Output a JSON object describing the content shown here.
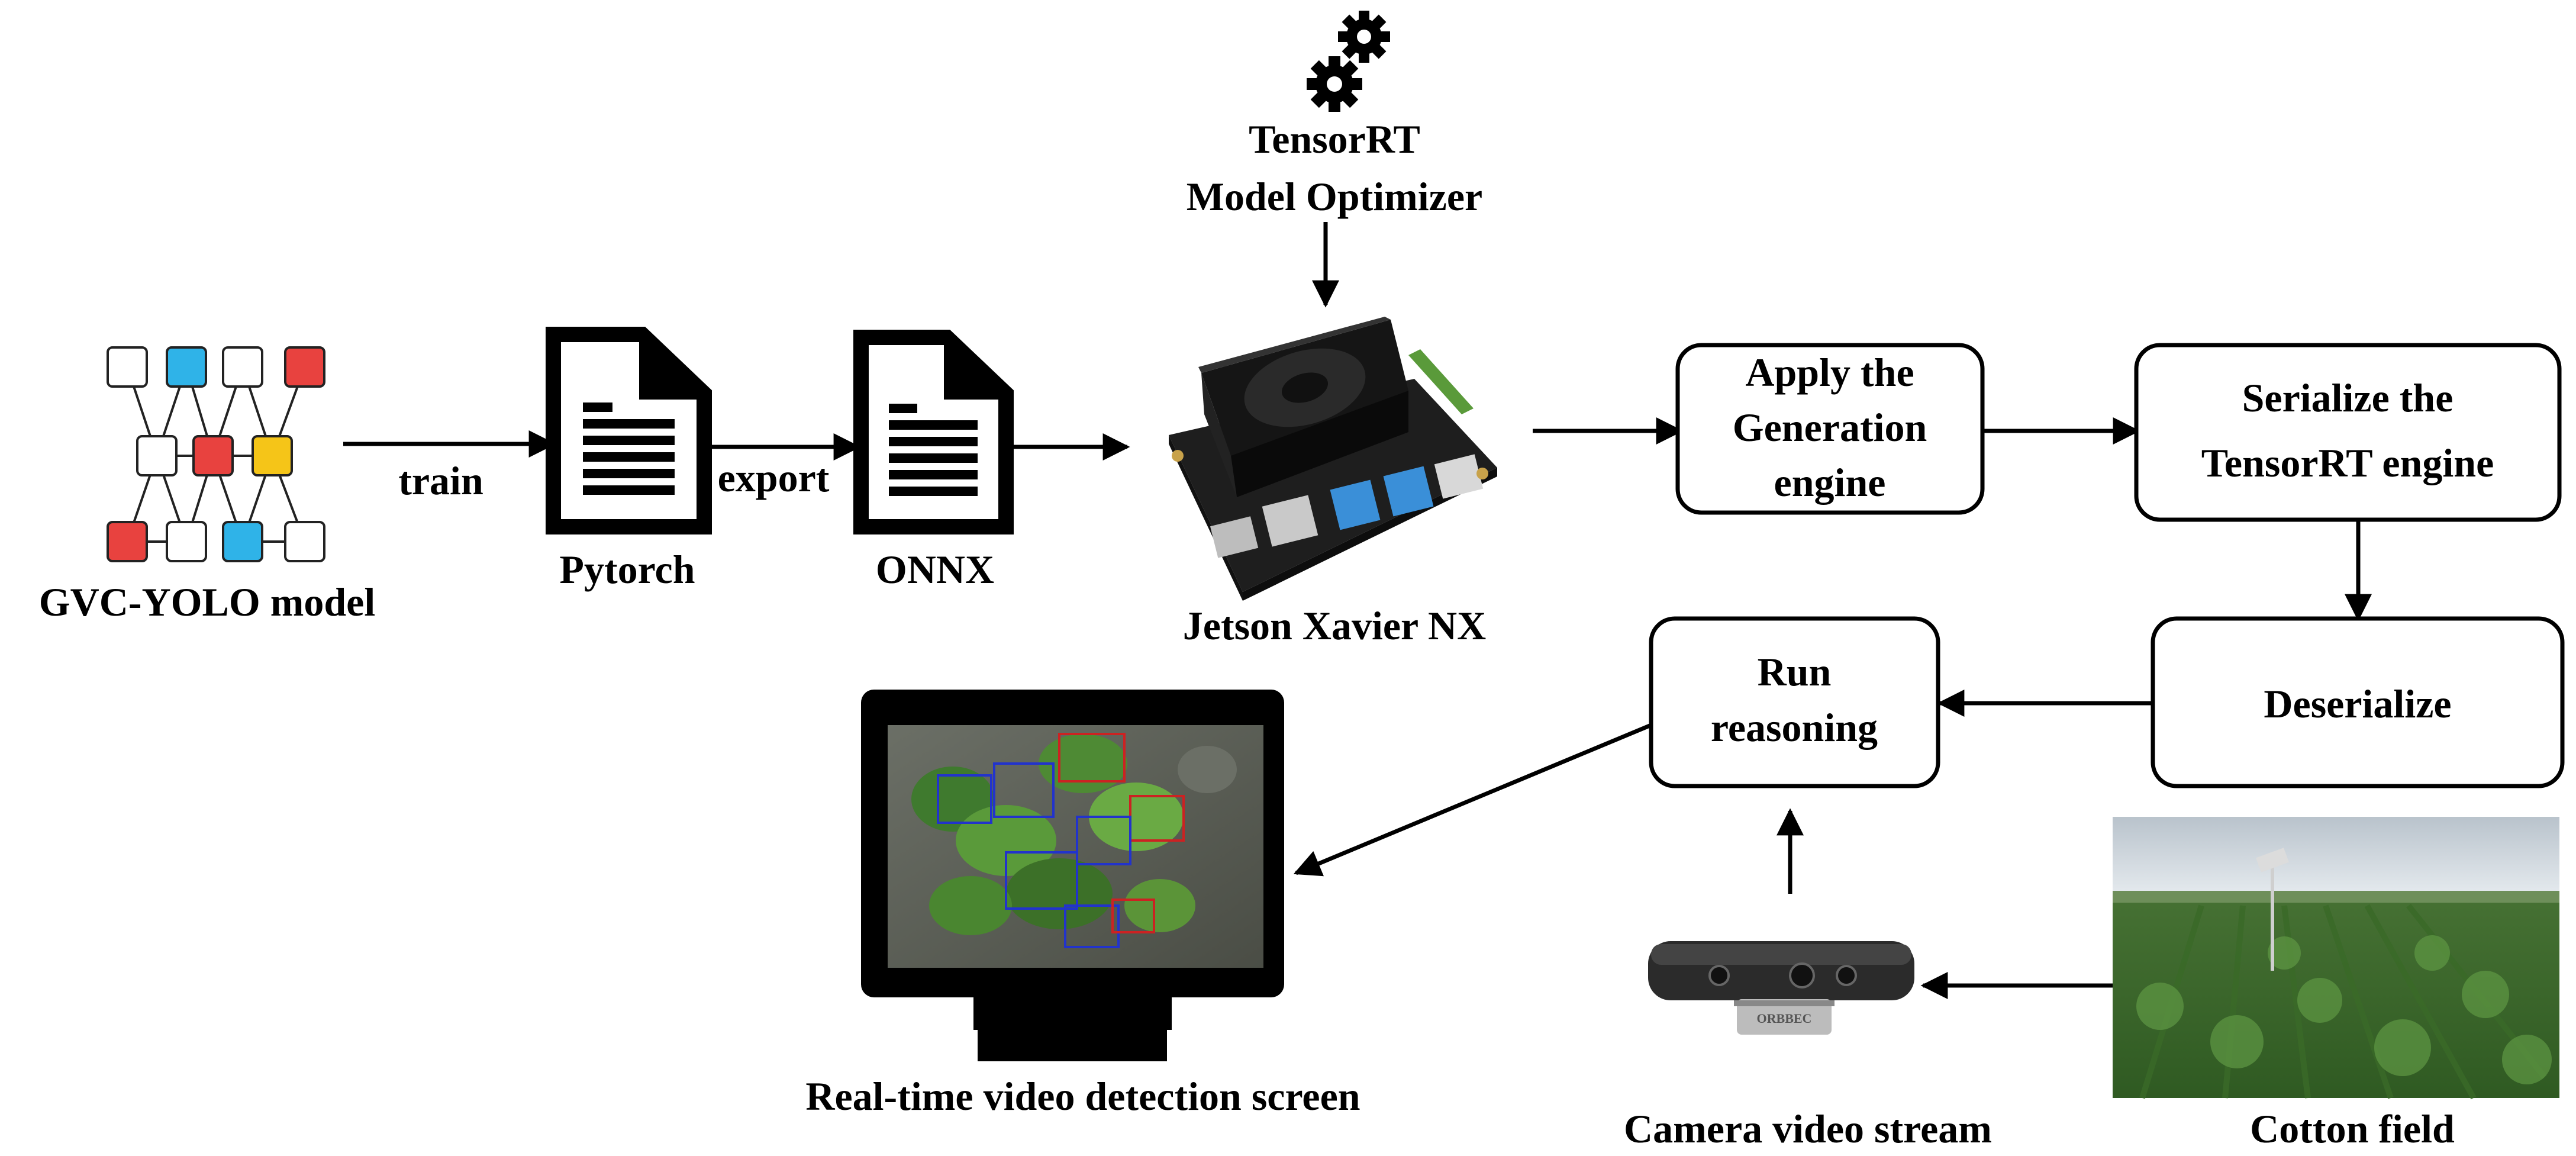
{
  "labels": {
    "gvc_yolo_model": "GVC-YOLO model",
    "train": "train",
    "pytorch": "Pytorch",
    "export": "export",
    "onnx": "ONNX",
    "tensorrt_line1": "TensorRT",
    "tensorrt_line2": "Model Optimizer",
    "jetson": "Jetson Xavier NX",
    "apply_line1": "Apply the",
    "apply_line2": "Generation",
    "apply_line3": "engine",
    "serialize_line1": "Serialize the",
    "serialize_line2": "TensorRT engine",
    "deserialize": "Deserialize",
    "run_line1": "Run",
    "run_line2": "reasoning",
    "screen": "Real-time video detection screen",
    "camera": "Camera video stream",
    "cotton": "Cotton field",
    "camera_brand": "ORBBEC"
  },
  "colors": {
    "node_red": "#e8423f",
    "node_blue": "#2fb3e8",
    "node_yellow": "#f5c518",
    "detect_box_blue": "#2233cc",
    "detect_box_red": "#cc2222",
    "line": "#000000"
  },
  "icons": [
    "network-model-icon",
    "document-icon",
    "gear-icon",
    "jetson-board-image",
    "monitor-icon",
    "depth-camera-image",
    "cotton-field-photo"
  ]
}
